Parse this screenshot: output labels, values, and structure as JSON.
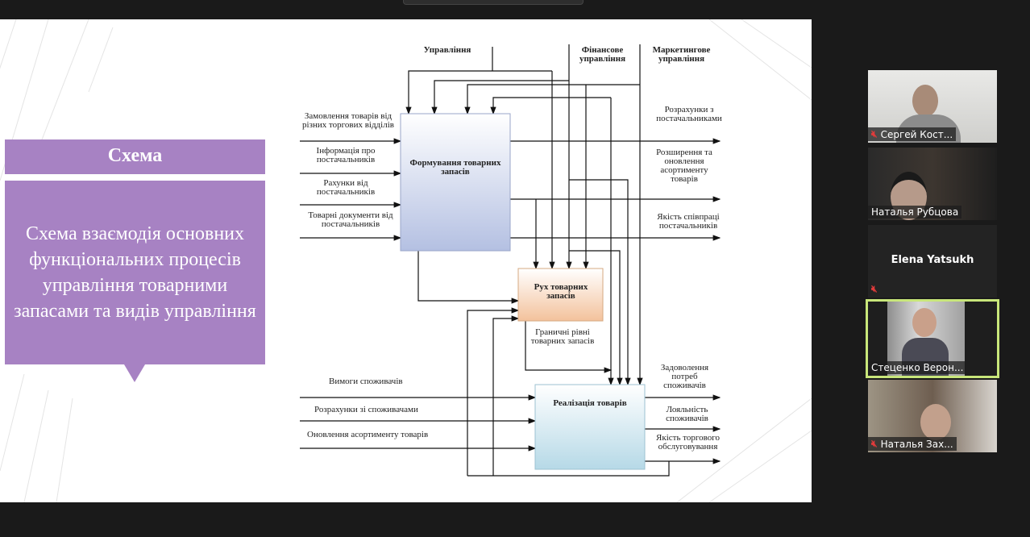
{
  "slide": {
    "title": "Схема",
    "description": "Схема взаємодія основних функціональних процесів управління товарними запасами та видів управління",
    "accent_color": "#a782c3",
    "diagram": {
      "controls": {
        "management": "Управління",
        "financial": "Фінансове управління",
        "marketing": "Маркетингове управління"
      },
      "boxes": {
        "formation": "Формування товарних запасів",
        "movement": "Рух товарних запасів",
        "sales": "Реалізація товарів"
      },
      "formation_inputs": [
        "Замовлення товарів від різних торгових відділів",
        "Інформація про постачальників",
        "Рахунки від постачальників",
        "Товарні документи від постачальників"
      ],
      "formation_outputs": [
        "Розрахунки з постачальниками",
        "Розширення та оновлення асортименту товарів",
        "Якість співпраці постачальників"
      ],
      "movement_output": "Граничні рівні товарних запасів",
      "sales_inputs": [
        "Вимоги споживачів",
        "Розрахунки зі споживачами",
        "Оновлення асортименту товарів"
      ],
      "sales_outputs": [
        "Задоволення потреб споживачів",
        "Лояльність споживачів",
        "Якість торгового обслуговування"
      ]
    }
  },
  "participants": [
    {
      "name": "Сергей Кост...",
      "muted": true,
      "video": true
    },
    {
      "name": "Наталья Рубцова",
      "muted": false,
      "video": true
    },
    {
      "name": "Elena Yatsukh",
      "muted": true,
      "video": false
    },
    {
      "name": "Стеценко Верон...",
      "muted": false,
      "video": true,
      "active_speaker": true
    },
    {
      "name": "Наталья Зах...",
      "muted": true,
      "video": true
    }
  ],
  "icons": {
    "mute": "microphone-muted-icon"
  },
  "colors": {
    "active_speaker": "#c8e67a",
    "background": "#1a1a1a"
  }
}
